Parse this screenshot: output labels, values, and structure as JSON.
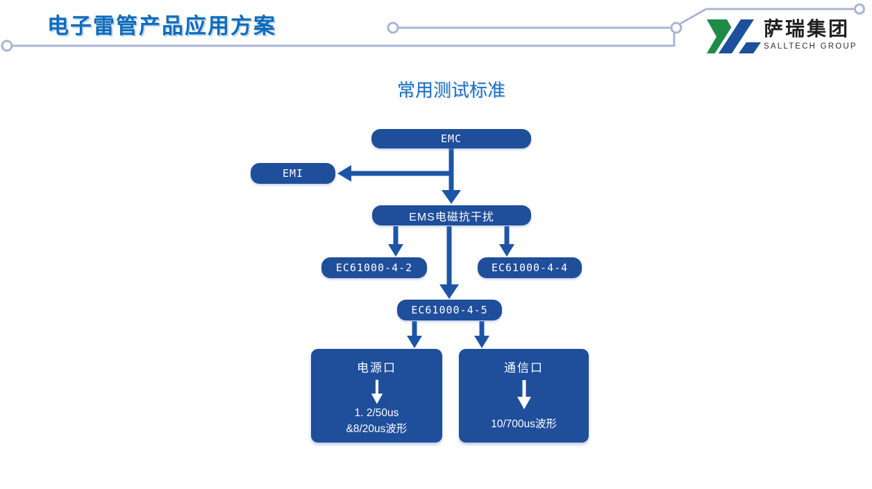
{
  "page": {
    "title": "电子雷管产品应用方案",
    "section_title": "常用测试标准"
  },
  "logo": {
    "company_cn": "萨瑞集团",
    "company_en": "SALLTECH GROUP"
  },
  "colors": {
    "title_blue": "#0d6cbc",
    "heading_blue": "#1e71c3",
    "node_blue": "#1f4e9b",
    "connector_blue": "#1d55a6",
    "decor_line": "#a9b4d6",
    "logo_green": "#1e8b47",
    "logo_blue": "#1c4f9e"
  },
  "flowchart": {
    "emc": "EMC",
    "emi": "EMI",
    "ems": "EMS电磁抗干扰",
    "iec_4_2": "EC61000-4-2",
    "iec_4_4": "EC61000-4-4",
    "iec_4_5": "EC61000-4-5",
    "power_port": {
      "title": "电源口",
      "wave_line1": "1. 2/50us",
      "wave_line2": "&8/20us波形"
    },
    "comm_port": {
      "title": "通信口",
      "wave_line1": "10/700us波形"
    }
  }
}
